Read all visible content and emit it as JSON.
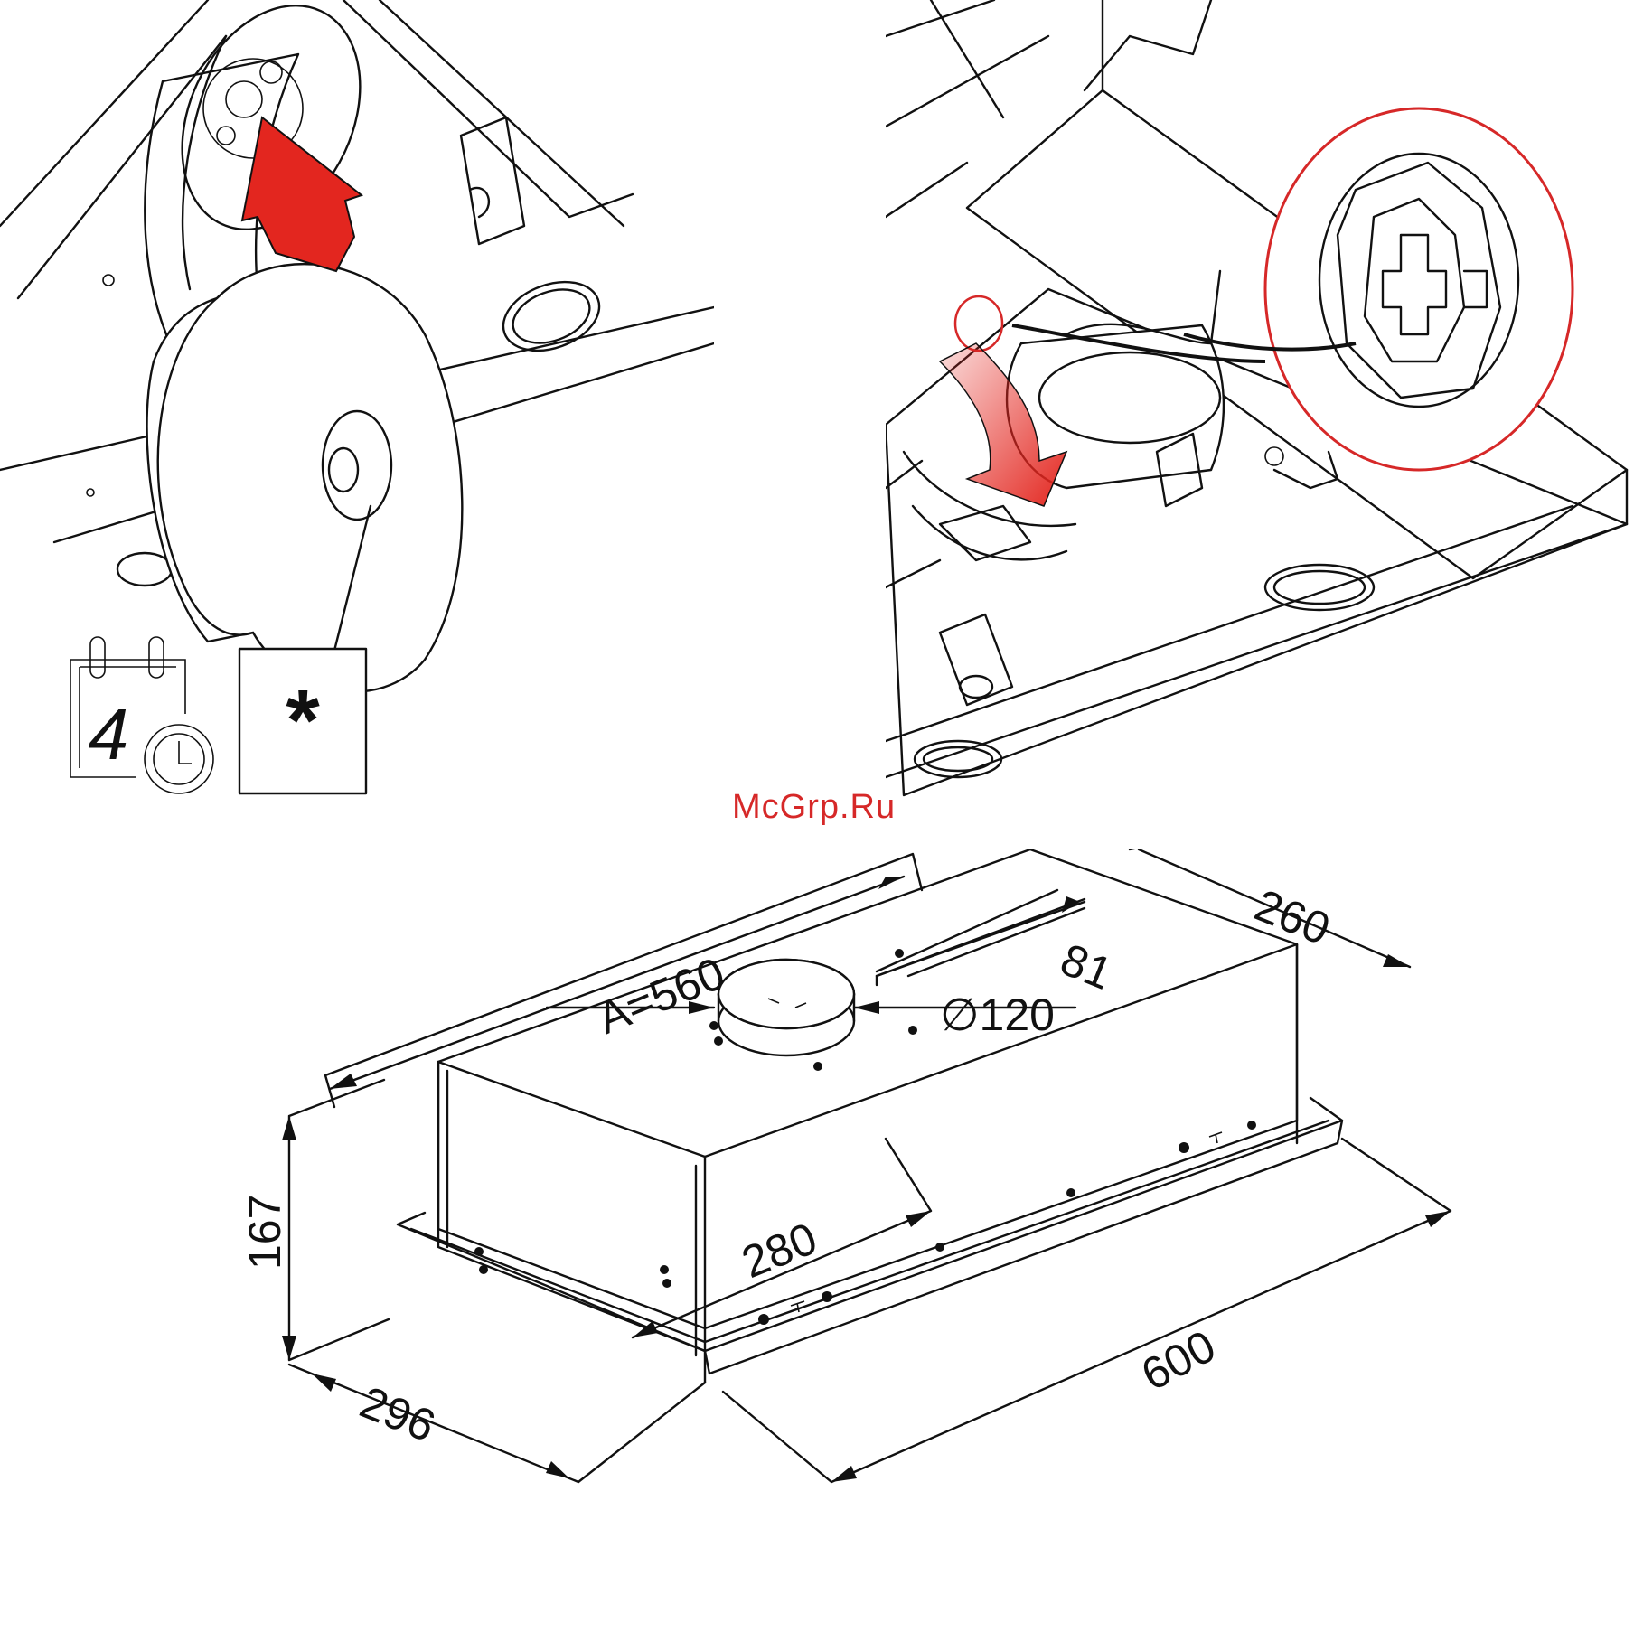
{
  "watermark": "McGrp.Ru",
  "left_panel": {
    "interval_number": "4",
    "star_label": "*",
    "icons": [
      "calendar-icon",
      "clock-icon",
      "up-arrow-icon"
    ],
    "arrow_color": "#e3261f"
  },
  "right_panel": {
    "icons": [
      "curved-arrow-icon",
      "zoom-circle"
    ],
    "highlight_color": "#d62828"
  },
  "dimensions": {
    "a_width": "A=560",
    "depth": "260",
    "offset": "81",
    "diameter": "∅120",
    "center": "280",
    "height": "167",
    "front_depth": "296",
    "length": "600"
  }
}
